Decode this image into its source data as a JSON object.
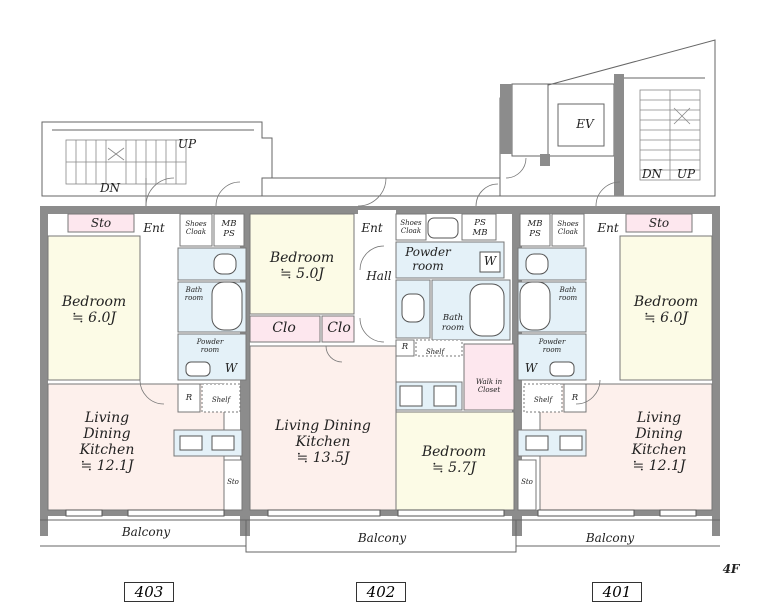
{
  "floor": "4F",
  "units": [
    "403",
    "402",
    "401"
  ],
  "colors": {
    "wall": "#8c8c8c",
    "ldk": "#fdf0ec",
    "bedroom": "#fcfbe6",
    "wet": "#e4f1f8",
    "storage": "#fde7ee",
    "outline": "#555555"
  },
  "labels": {
    "up_left": "UP",
    "dn_left": "DN",
    "dn_right": "DN",
    "up_right": "UP",
    "ev": "EV",
    "u403": {
      "sto": "Sto",
      "ent": "Ent",
      "shoes": "Shoes\nCloak",
      "mbps": "MB\nPS",
      "bath": "Bath\nroom",
      "powder": "Powder\nroom",
      "w": "W",
      "r": "R",
      "shelf": "Shelf",
      "bedroom": "Bedroom\n≒ 6.0J",
      "ldk": "Living\nDining\nKitchen\n≒ 12.1J",
      "sto2": "Sto",
      "balcony": "Balcony"
    },
    "u402": {
      "bedroom1": "Bedroom\n≒ 5.0J",
      "clo1": "Clo",
      "clo2": "Clo",
      "ent": "Ent",
      "shoes": "Shoes\nCloak",
      "psmb": "PS\nMB",
      "hall": "Hall",
      "powder": "Powder\nroom",
      "w": "W",
      "bath": "Bath\nroom",
      "r": "R",
      "shelf": "Shelf",
      "walkin": "Walk in\nCloset",
      "ldk": "Living Dining\nKitchen\n≒ 13.5J",
      "bedroom2": "Bedroom\n≒ 5.7J",
      "balcony": "Balcony"
    },
    "u401": {
      "mbps": "MB\nPS",
      "shoes": "Shoes\nCloak",
      "ent": "Ent",
      "sto": "Sto",
      "bath": "Bath\nroom",
      "powder": "Powder\nroom",
      "w": "W",
      "shelf": "Shelf",
      "r": "R",
      "bedroom": "Bedroom\n≒ 6.0J",
      "ldk": "Living\nDining\nKitchen\n≒ 12.1J",
      "sto2": "Sto",
      "balcony": "Balcony"
    }
  }
}
